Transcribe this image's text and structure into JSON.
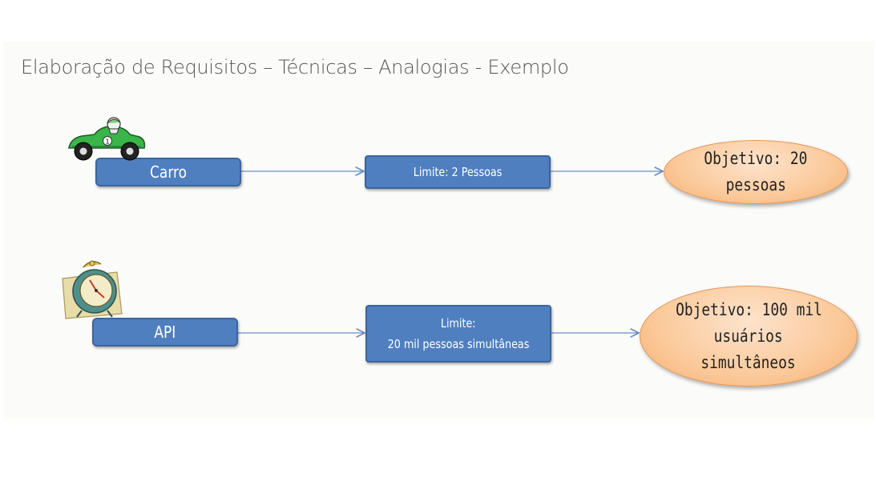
{
  "title": "Elaboração de Requisitos – Técnicas – Analogias - Exemplo",
  "row1": {
    "source": "Carro",
    "limit": "Limite: 2 Pessoas",
    "goal_line1": "Objetivo: 20",
    "goal_line2": "pessoas",
    "icon": "race-car-icon"
  },
  "row2": {
    "source": "API",
    "limit_line1": "Limite:",
    "limit_line2": "20 mil pessoas simultâneas",
    "goal_line1": "Objetivo: 100 mil",
    "goal_line2": "usuários",
    "goal_line3": "simultâneos",
    "icon": "alarm-clock-icon"
  },
  "colors": {
    "box_fill": "#4f7fbf",
    "box_border": "#3a659c",
    "oval_fill": "#fbc99a",
    "arrow": "#6b8fc0"
  }
}
